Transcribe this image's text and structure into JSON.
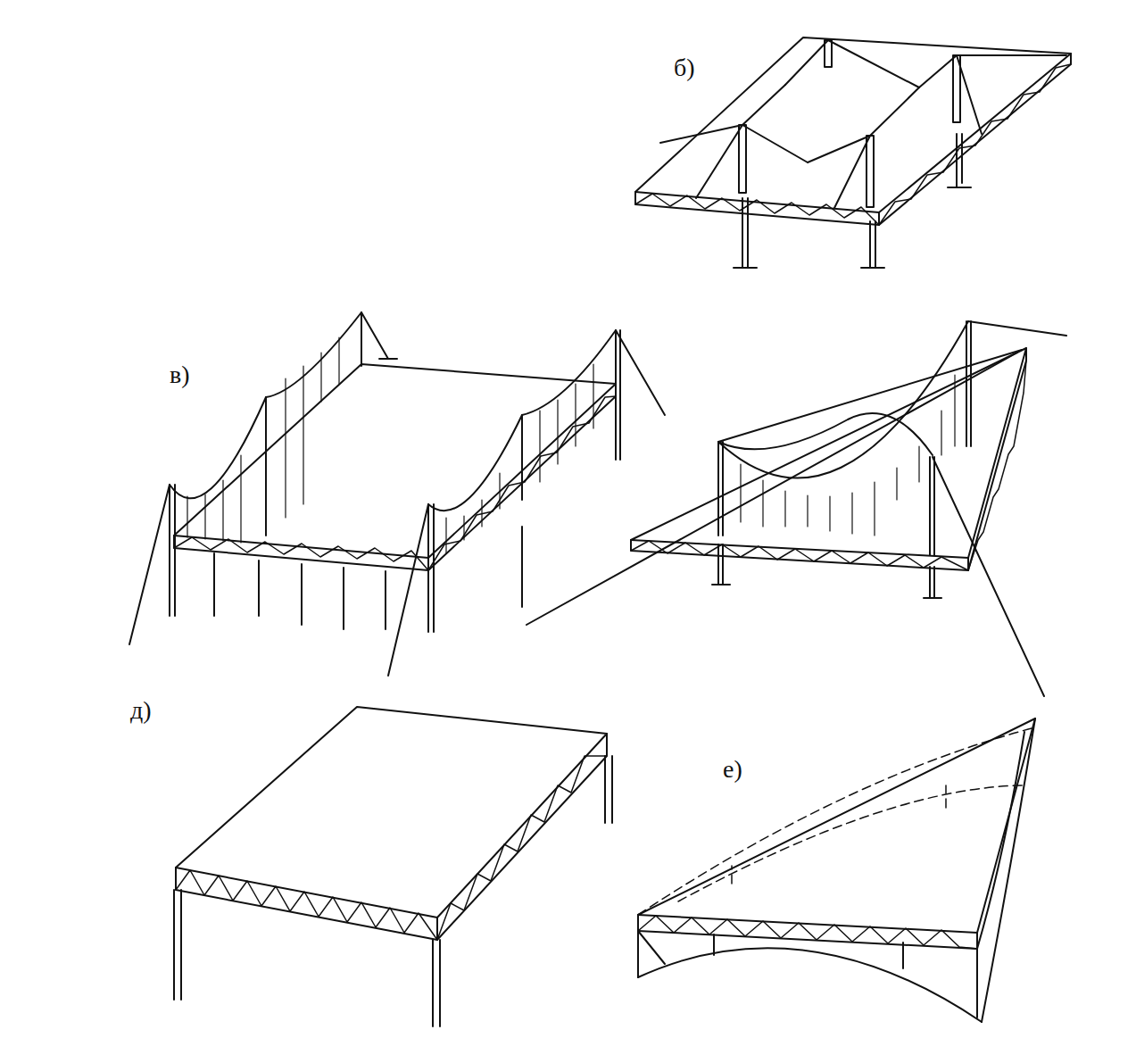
{
  "diagram": {
    "labels": [
      "б)",
      "в)",
      "д)",
      "е)"
    ]
  }
}
